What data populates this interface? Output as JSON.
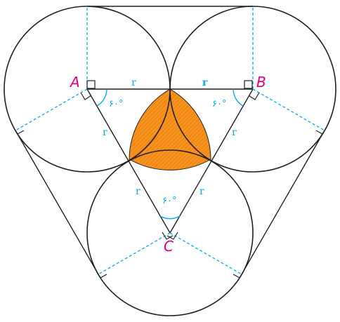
{
  "labels": {
    "vertex_a": "A",
    "vertex_b": "B",
    "vertex_c": "C",
    "radius_ab_left": "r",
    "radius_ab_right": "r",
    "radius_ac_top": "r",
    "radius_bc_top": "r",
    "radius_ac_bottom": "r",
    "radius_bc_bottom": "r",
    "angle_a": "۶۰°",
    "angle_b": "۶۰°",
    "angle_c": "۶۰°"
  },
  "colors": {
    "stroke": "#231f20",
    "dashed": "#00aeef",
    "vertex_label": "#e6007e",
    "shaded_fill": "#f7941d",
    "shaded_hatch": "#e2700a"
  }
}
